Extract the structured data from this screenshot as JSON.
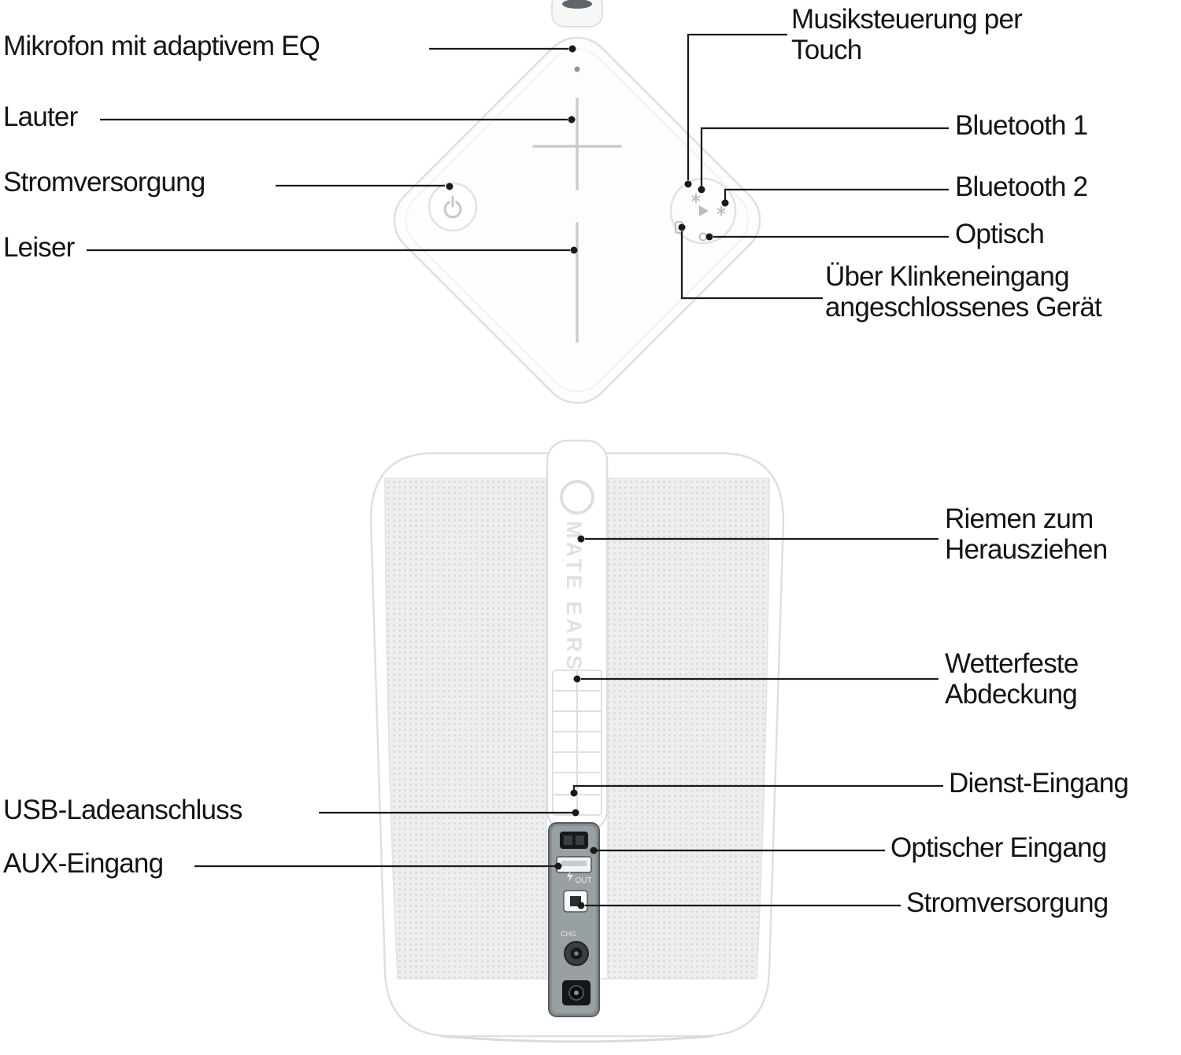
{
  "figure": {
    "background": "#ffffff",
    "callout_line_color": "#1a1a1a",
    "body_outline_color": "#dde0e2",
    "mesh_color": "#d6d9db"
  },
  "top_view": {
    "labels": {
      "mikrofon": "Mikrofon mit adaptivem EQ",
      "lauter": "Lauter",
      "stromversorgung": "Stromversorgung",
      "leiser": "Leiser",
      "musiksteuerung": "Musiksteuerung per Touch",
      "bluetooth1": "Bluetooth 1",
      "bluetooth2": "Bluetooth 2",
      "optisch": "Optisch",
      "klinke": "Über Klinkeneingang angeschlossenes Gerät"
    }
  },
  "bottom_view": {
    "labels": {
      "riemen": "Riemen zum Herausziehen",
      "wetterfeste": "Wetterfeste Abdeckung",
      "dienst": "Dienst-Eingang",
      "optischer_eingang": "Optischer Eingang",
      "stromversorgung": "Stromversorgung",
      "usb": "USB-Ladeanschluss",
      "aux": "AUX-Eingang"
    },
    "product": {
      "vertical_text": "MATE EARS",
      "port_out_label": "OUT",
      "port_chg_label": "CHG"
    }
  }
}
